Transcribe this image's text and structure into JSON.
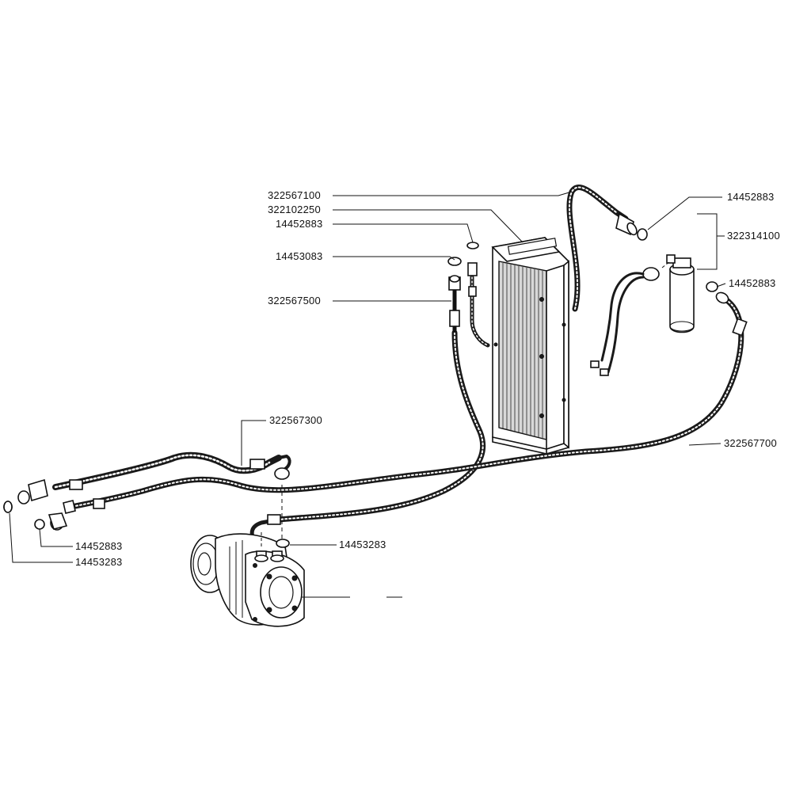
{
  "labels": {
    "p322567100": "322567100",
    "p322102250": "322102250",
    "p14452883_top": "14452883",
    "p14453083": "14453083",
    "p322567500": "322567500",
    "p14452883_right_top": "14452883",
    "p322314100": "322314100",
    "p14452883_right": "14452883",
    "p322567300": "322567300",
    "p322567700": "322567700",
    "p14452883_left": "14452883",
    "p14453283_left": "14453283",
    "p14453283_center": "14453283"
  }
}
